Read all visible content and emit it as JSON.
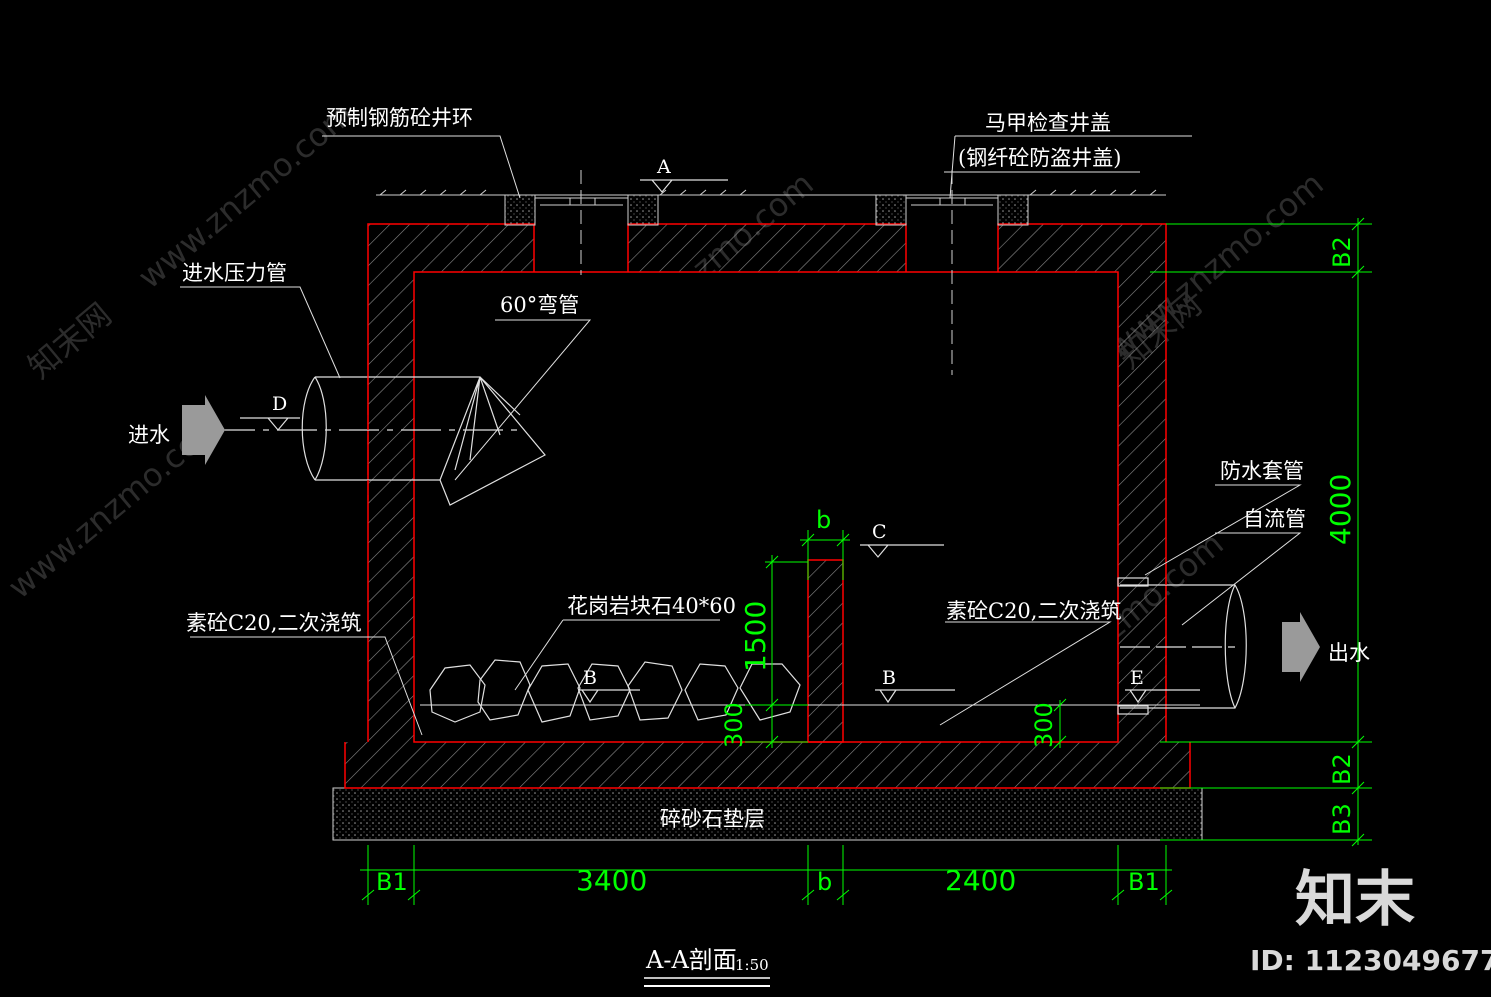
{
  "labels": {
    "ring": "预制钢筋砼井环",
    "cover1": "马甲检查井盖",
    "cover2": "(钢纤砼防盗井盖)",
    "inlet_pipe": "进水压力管",
    "elbow": "60°弯管",
    "inflow": "进水",
    "outflow": "出水",
    "sleeve": "防水套管",
    "gravity_pipe": "自流管",
    "concrete_left": "素砼C20,二次浇筑",
    "concrete_right": "素砼C20,二次浇筑",
    "granite": "花岗岩块石40*60",
    "gravel": "碎砂石垫层",
    "section_title": "A-A剖面",
    "scale": "1:50"
  },
  "markers": {
    "a": "A",
    "b1": "B",
    "b2": "B",
    "c": "C",
    "d": "D",
    "e": "E"
  },
  "dimensions": {
    "b1_left": "B1",
    "d3400": "3400",
    "b_mid": "b",
    "d2400": "2400",
    "b1_right": "B1",
    "b_top": "b",
    "d1500": "1500",
    "d300_left": "300",
    "d300_right": "300",
    "b2_top": "B2",
    "d4000": "4000",
    "b2_bottom": "B2",
    "b3": "B3"
  },
  "watermark": {
    "site": "www.znzmo.com",
    "cn": "知末网",
    "brand": "知末",
    "id": "ID: 1123049677"
  },
  "colors": {
    "background": "#000000",
    "outline": "#ff0000",
    "dimension": "#00ff00",
    "text": "#ffffff",
    "hatch": "#8c8c8c"
  }
}
